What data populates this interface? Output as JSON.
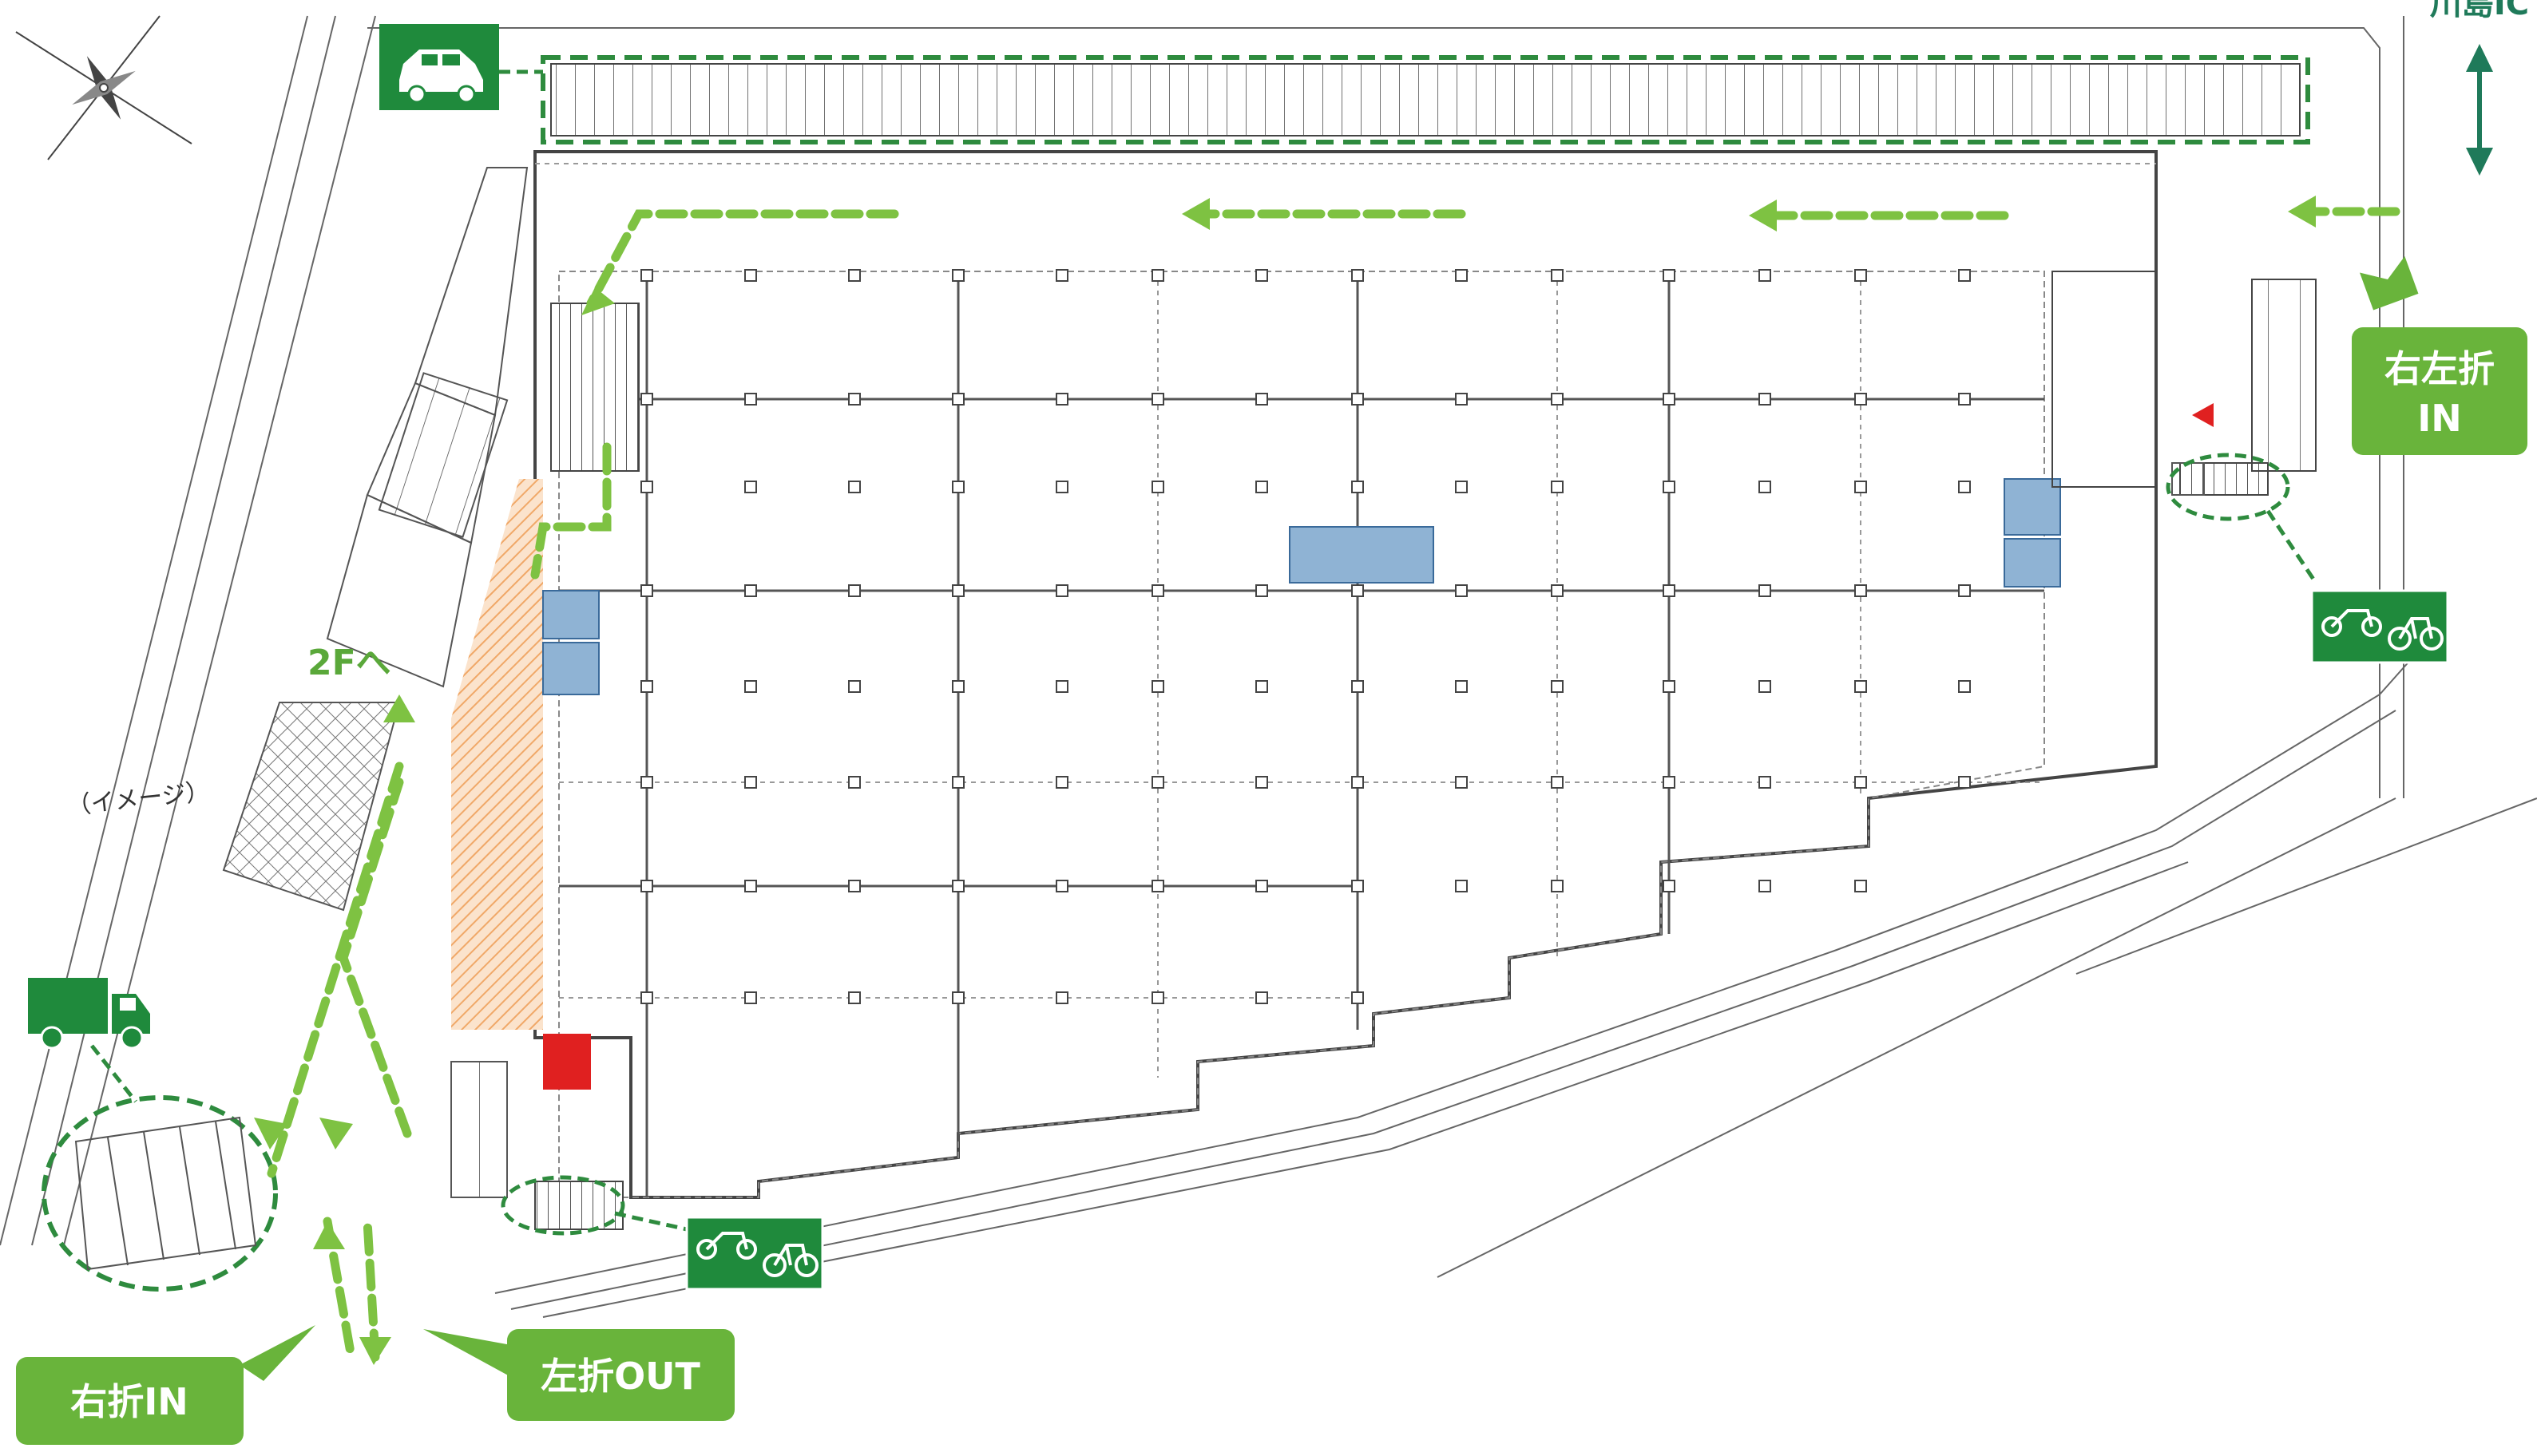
{
  "labels": {
    "ic_name": "川島IC",
    "to_second_floor": "2Fへ",
    "image_note": "（イメージ）"
  },
  "callouts": {
    "right_left_turn_in_line1": "右左折",
    "right_left_turn_in_line2": "IN",
    "right_turn_in": "右折IN",
    "left_turn_out": "左折OUT"
  },
  "icons": {
    "car": "car-icon",
    "truck": "truck-icon",
    "bike_parking": "motorcycle-bicycle-icon",
    "compass": "compass-rose-icon",
    "direction_arrow": "double-arrow-icon"
  },
  "colors": {
    "route_green": "#7ec242",
    "sign_green": "#1f8a3c",
    "callout_green": "#69b43b",
    "dash_green": "#2e8b3e",
    "plan_line": "#666666",
    "elevator_blue": "#8fb3d4",
    "stair_red": "#e02020",
    "hatch_orange": "#f2b880"
  }
}
